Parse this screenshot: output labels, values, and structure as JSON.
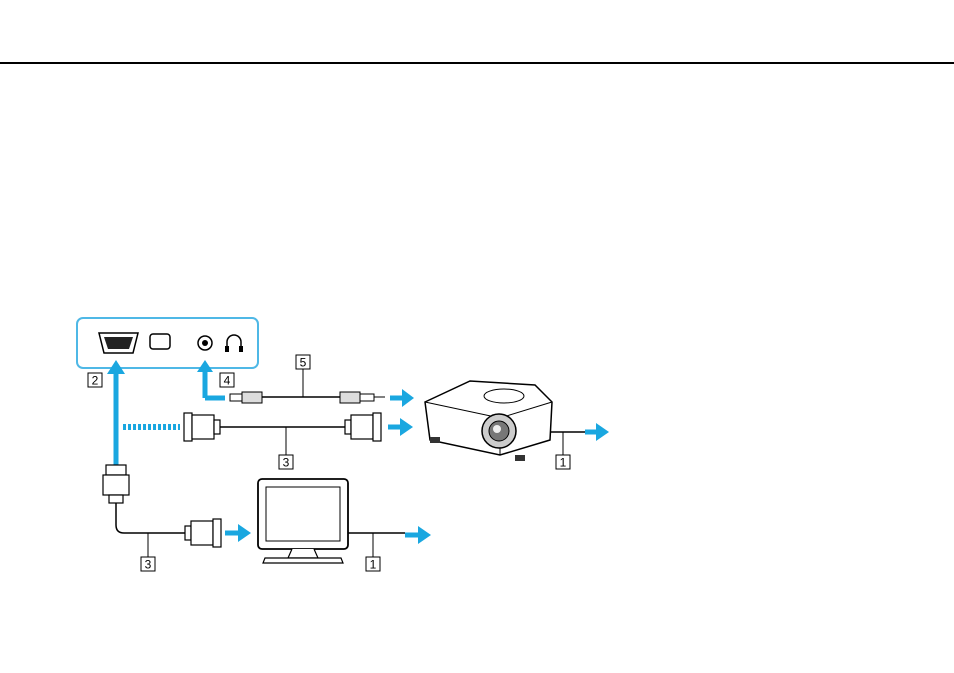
{
  "diagram": {
    "callouts": {
      "power_projector": "1",
      "power_monitor": "1",
      "port_monitor": "2",
      "cable_projector": "3",
      "cable_monitor": "3",
      "port_audio": "4",
      "cable_audio": "5"
    },
    "colors": {
      "arrow": "#1aa7e0",
      "outline": "#000000",
      "panel_border": "#4fb8e6"
    },
    "icons": [
      "vga-port-icon",
      "hdmi-port-icon",
      "audio-jack-icon",
      "headphones-icon",
      "projector-icon",
      "monitor-icon",
      "vga-connector-icon",
      "audio-plug-icon"
    ]
  }
}
